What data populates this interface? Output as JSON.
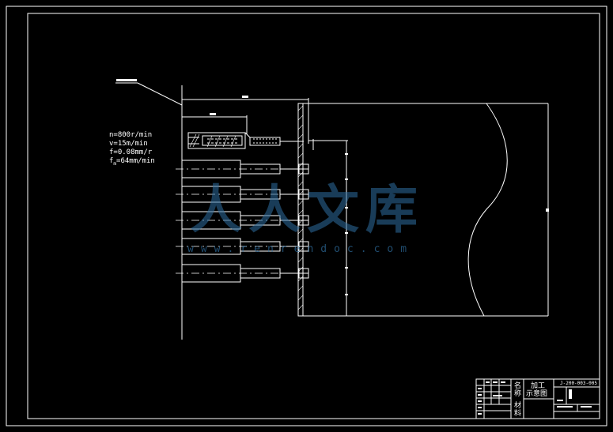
{
  "params": {
    "n": "n=800r/min",
    "v": "v=15m/min",
    "f": "f=0.08mm/r",
    "fm": "f",
    "fm_sub": "m",
    "fm_rest": "=64mm/min"
  },
  "title_block": {
    "name_char1": "名",
    "name_char2": "称",
    "material_char1": "材",
    "material_char2": "料",
    "title_line1": "加工",
    "title_line2": "示意图",
    "drawing_no": "J-200-003-005"
  },
  "watermark": {
    "text": "人人文库",
    "url": "www.renrendoc.com"
  },
  "colors": {
    "background": "#000000",
    "line": "#ffffff",
    "watermark": "#2d6ea0"
  }
}
